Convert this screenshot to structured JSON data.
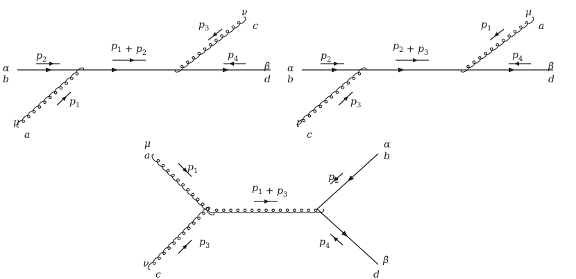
{
  "diagrams": [
    {
      "name": "s-channel-quark-exchange",
      "momentum_labels": {
        "incoming_quark": "p2",
        "incoming_gluon": "p1",
        "propagator": "p1 + p2",
        "outgoing_gluon": "p3",
        "outgoing_quark": "p4"
      },
      "index_labels": {
        "quark_in_spin": "α",
        "quark_in_color": "b",
        "gluon_in_lorentz": "μ",
        "gluon_in_color": "a",
        "gluon_out_lorentz": "ν",
        "gluon_out_color": "c",
        "quark_out_spin": "β̇",
        "quark_out_color": "d"
      }
    },
    {
      "name": "u-channel-quark-exchange",
      "momentum_labels": {
        "incoming_quark": "p2",
        "incoming_gluon": "p3",
        "propagator": "p2 + p3",
        "outgoing_gluon": "p1",
        "outgoing_quark": "p4"
      },
      "index_labels": {
        "quark_in_spin": "α",
        "quark_in_color": "b",
        "gluon_in_lorentz": "ν",
        "gluon_in_color": "c",
        "gluon_out_lorentz": "μ",
        "gluon_out_color": "a",
        "quark_out_spin": "β̇",
        "quark_out_color": "d"
      }
    },
    {
      "name": "t-channel-gluon-exchange",
      "momentum_labels": {
        "gluon_top": "p1",
        "gluon_bottom": "p3",
        "propagator": "p1 + p3",
        "quark_top": "p2",
        "quark_bottom": "p4"
      },
      "index_labels": {
        "gluon_top_lorentz": "μ",
        "gluon_top_color": "a",
        "gluon_bottom_lorentz": "ν",
        "gluon_bottom_color": "c",
        "quark_top_spin": "α",
        "quark_top_color": "b",
        "quark_bottom_spin": "β̇",
        "quark_bottom_color": "d"
      }
    }
  ]
}
